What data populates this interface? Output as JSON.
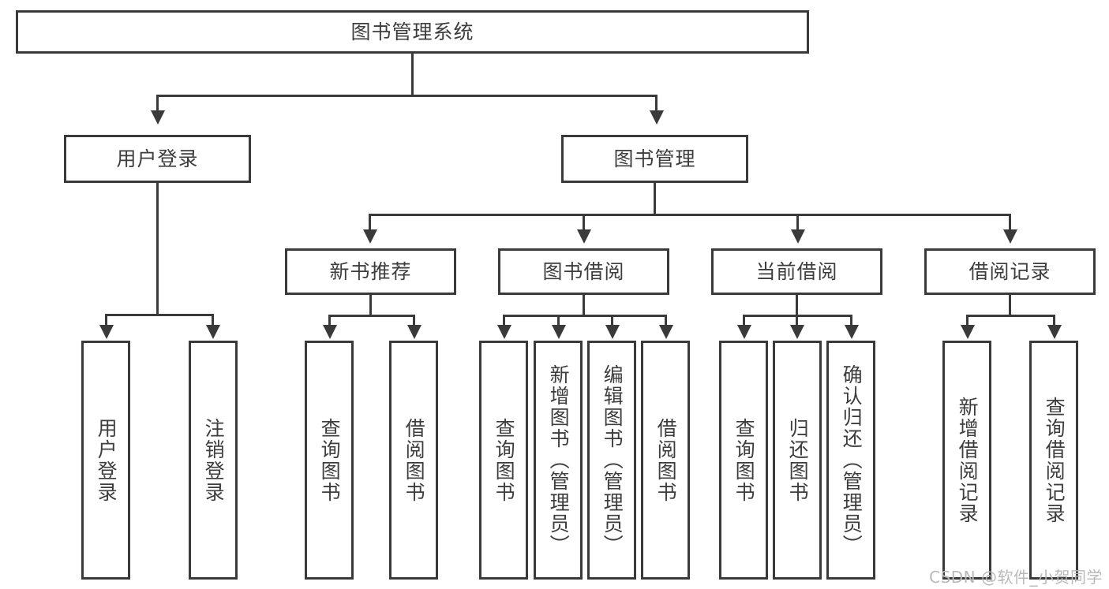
{
  "diagram": {
    "title": "图书管理系统",
    "type": "tree",
    "root": {
      "label": "图书管理系统"
    },
    "level2": [
      {
        "label": "用户登录"
      },
      {
        "label": "图书管理"
      }
    ],
    "level3": [
      {
        "label": "新书推荐"
      },
      {
        "label": "图书借阅"
      },
      {
        "label": "当前借阅"
      },
      {
        "label": "借阅记录"
      }
    ],
    "leaves": {
      "user_login": [
        {
          "label": "用户登录"
        },
        {
          "label": "注销登录"
        }
      ],
      "new_book_recommend": [
        {
          "label": "查询图书"
        },
        {
          "label": "借阅图书"
        }
      ],
      "book_borrow": [
        {
          "label": "查询图书"
        },
        {
          "label": "新增图书（管理员）"
        },
        {
          "label": "编辑图书（管理员）"
        },
        {
          "label": "借阅图书"
        }
      ],
      "current_borrow": [
        {
          "label": "查询图书"
        },
        {
          "label": "归还图书"
        },
        {
          "label": "确认归还（管理员）"
        }
      ],
      "borrow_record": [
        {
          "label": "新增借阅记录"
        },
        {
          "label": "查询借阅记录"
        }
      ]
    }
  },
  "watermark": {
    "text": "CSDN @软件_小贺同学"
  },
  "colors": {
    "stroke": "#3a3a3a",
    "text": "#3d3d3d",
    "background": "#ffffff",
    "watermark": "#b9b9b9"
  }
}
